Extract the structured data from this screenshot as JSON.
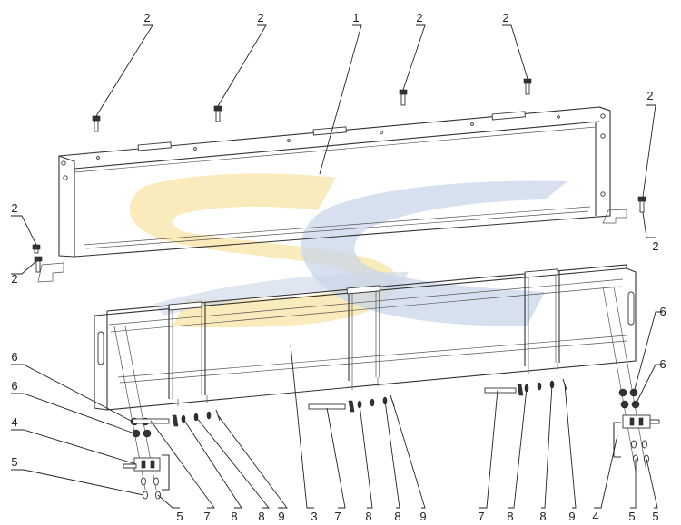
{
  "diagram": {
    "watermark": "SC",
    "colors": {
      "watermark_yellow": "#f8e4a6",
      "watermark_blue": "#c9d6ea",
      "line": "#333333"
    },
    "labels": [
      "1",
      "2",
      "2",
      "2",
      "2",
      "2",
      "2",
      "2",
      "2",
      "3",
      "4",
      "4",
      "5",
      "5",
      "5",
      "5",
      "6",
      "6",
      "6",
      "6",
      "7",
      "7",
      "7",
      "8",
      "8",
      "8",
      "8",
      "8",
      "8",
      "9",
      "9",
      "9"
    ]
  }
}
